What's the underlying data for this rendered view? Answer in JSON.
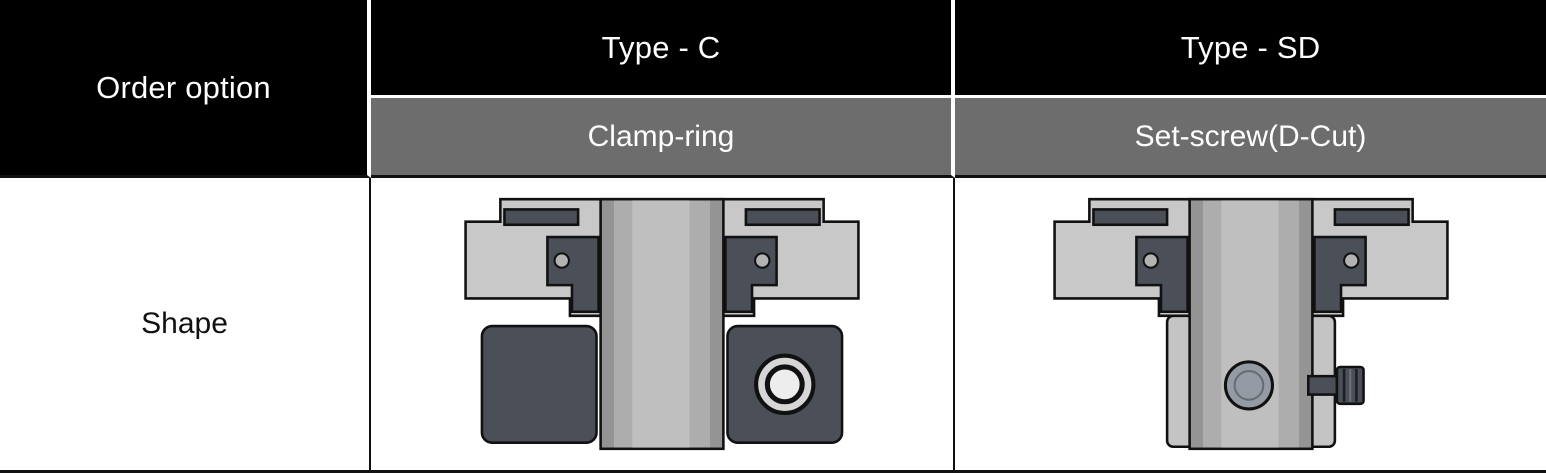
{
  "table": {
    "row_header": "Order option",
    "shape_row_label": "Shape",
    "columns": [
      {
        "type_label": "Type - C",
        "variant_label": "Clamp-ring",
        "drawing": "clamp-ring-cross-section"
      },
      {
        "type_label": "Type - SD",
        "variant_label": "Set-screw(D-Cut)",
        "drawing": "set-screw-d-cut-cross-section"
      }
    ]
  },
  "colors": {
    "header_bg": "#000000",
    "header_text": "#ffffff",
    "subheader_bg": "#6d6d6d",
    "subheader_text": "#ffffff",
    "body_bg": "#ffffff",
    "body_text": "#111111",
    "line": "#111111",
    "drawing_outline": "#111111",
    "drawing_light_gray": "#c8c8c8",
    "drawing_hub_gray": "#c4c4c4",
    "drawing_shaft_gray": "#adadad",
    "drawing_dark_slate": "#4a4f58"
  }
}
